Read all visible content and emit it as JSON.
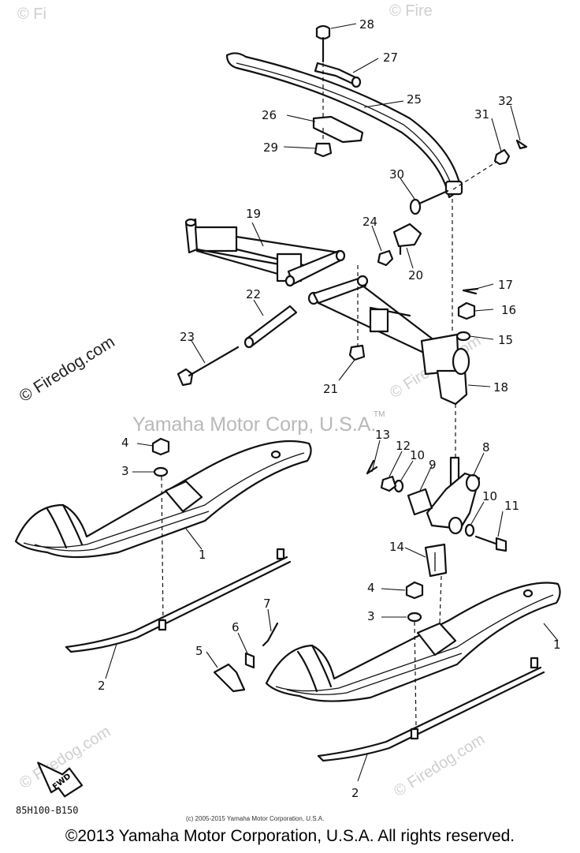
{
  "watermarks": {
    "corner_top_left": "© Fi",
    "corner_top_right": "© Fire",
    "left": "© Firedog.com",
    "right_mid": "© Firedog.com",
    "bottom_left": "© Firedog.com",
    "bottom_right": "© Firedog.com",
    "center": "Yamaha Motor Corp, U.S.A.",
    "center_tm": "TM"
  },
  "callouts": [
    "28",
    "27",
    "25",
    "26",
    "29",
    "31",
    "32",
    "30",
    "19",
    "24",
    "20",
    "17",
    "16",
    "22",
    "15",
    "23",
    "21",
    "18",
    "13",
    "12",
    "10",
    "9",
    "8",
    "4",
    "3",
    "1",
    "10",
    "11",
    "14",
    "7",
    "6",
    "4",
    "5",
    "3",
    "2",
    "1",
    "2"
  ],
  "fwd_label": "FWD",
  "diagram_code": "85H100-B150",
  "small_copyright": "(c) 2005-2015 Yamaha Motor Corporation, U.S.A.",
  "footer_copyright": "©2013 Yamaha Motor Corporation, U.S.A. All rights reserved."
}
